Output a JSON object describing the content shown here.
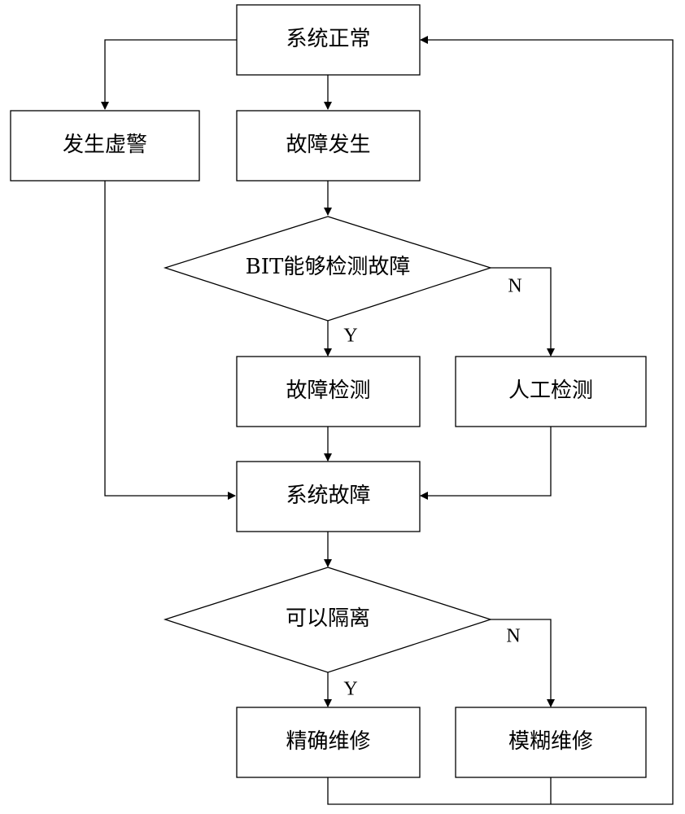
{
  "nodes": {
    "normal": "系统正常",
    "false_alarm": "发生虚警",
    "fault_occurs": "故障发生",
    "bit_check": "BIT能够检测故障",
    "fault_detect": "故障检测",
    "manual_detect": "人工检测",
    "system_fault": "系统故障",
    "can_isolate": "可以隔离",
    "precise_repair": "精确维修",
    "fuzzy_repair": "模糊维修"
  },
  "conditions": {
    "bit_yes": "Y",
    "bit_no": "N",
    "isolate_yes": "Y",
    "isolate_no": "N"
  }
}
